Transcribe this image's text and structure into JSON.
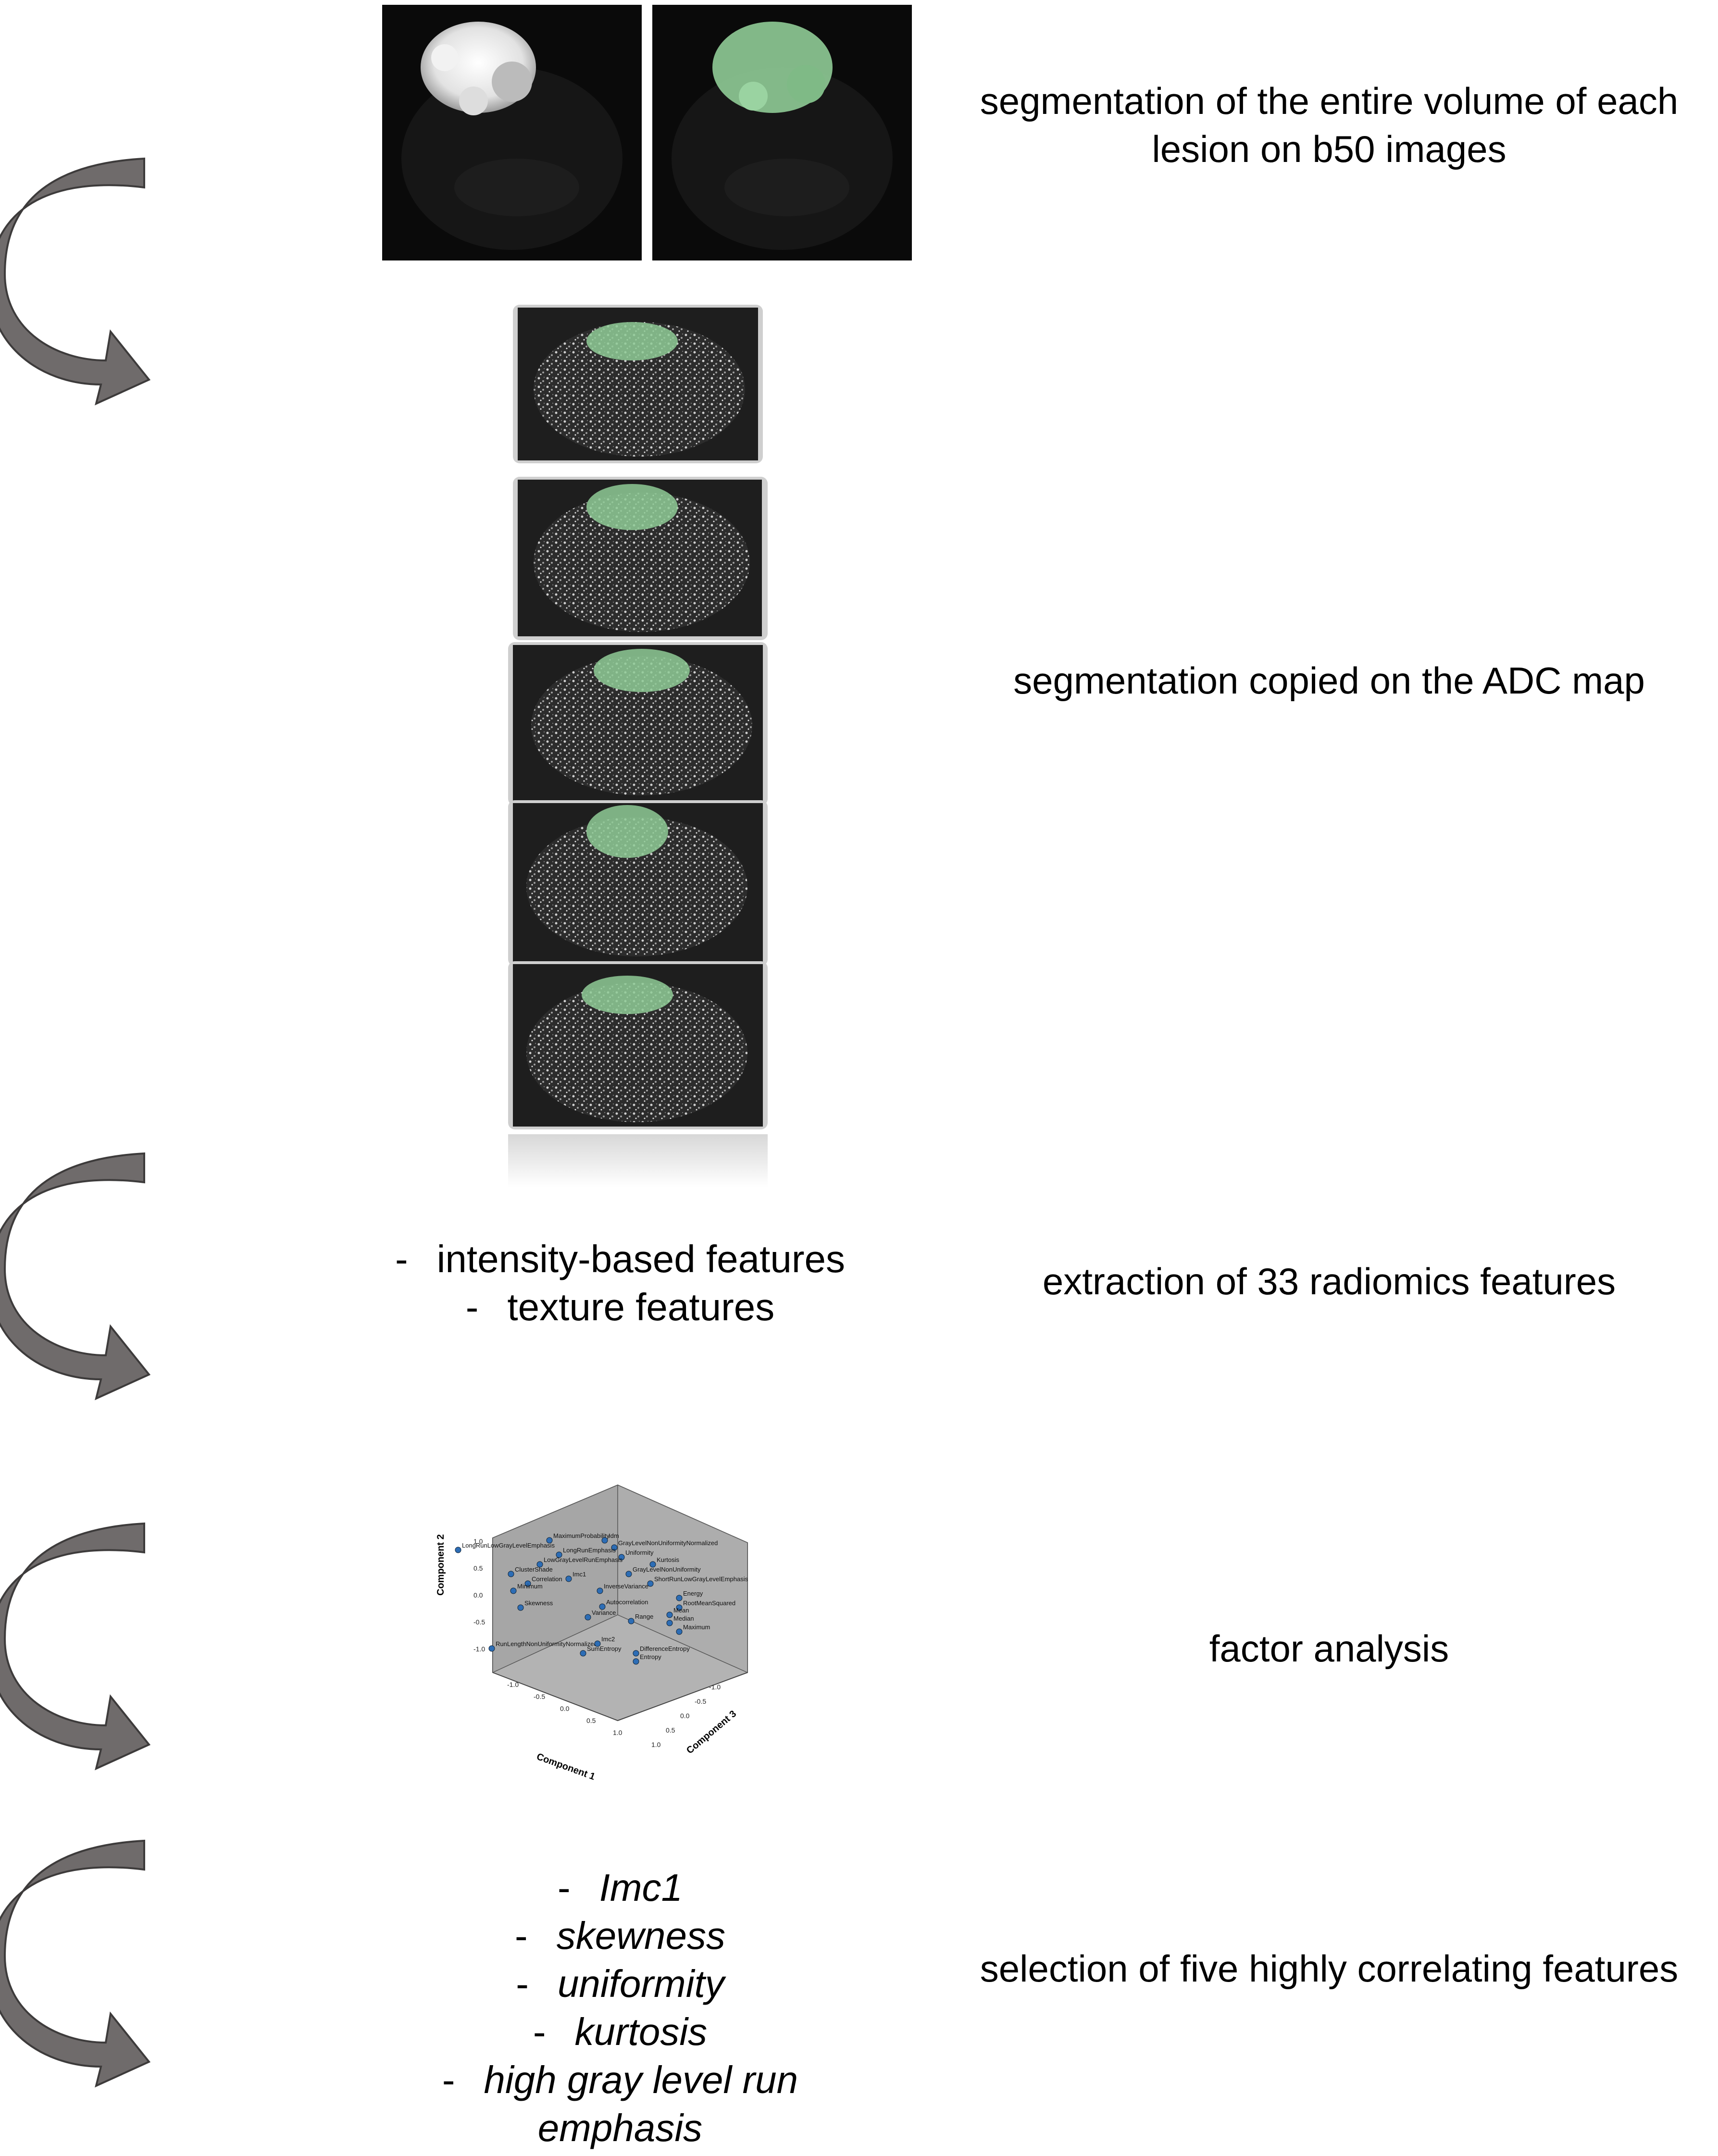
{
  "steps": [
    {
      "caption": "segmentation of the entire volume of each lesion on b50 images",
      "caption_lines": [
        "segmentation of the entire volume of each",
        "lesion on b50 images"
      ]
    },
    {
      "caption": "segmentation copied on the ADC map"
    },
    {
      "caption": "extraction of 33 radiomics features",
      "items": [
        "intensity-based features",
        "texture features"
      ]
    },
    {
      "caption": "factor analysis",
      "plot": {
        "axis_labels": [
          "Component 1",
          "Component 2",
          "Component 3"
        ],
        "ticks": [
          "-1.0",
          "-0.5",
          "0.0",
          "0.5",
          "1.0"
        ],
        "points": [
          "MaximumProbability",
          "Idm",
          "GrayLevelNonUniformityNormalized",
          "LongRunLowGrayLevelEmphasis",
          "LongRunEmphasis",
          "Uniformity",
          "LowGrayLevelRunEmphasis",
          "Kurtosis",
          "ClusterShade",
          "GrayLevelNonUniformity",
          "Imc1",
          "ShortRunLowGrayLevelEmphasis",
          "Correlation",
          "InverseVariance",
          "Minimum",
          "Energy",
          "Skewness",
          "Autocorrelation",
          "RootMeanSquared",
          "Mean",
          "Variance",
          "Range",
          "Median",
          "RunLengthNonUniformityNormalized",
          "Maximum",
          "Imc2",
          "SumEntropy",
          "DifferenceEntropy",
          "Entropy"
        ]
      }
    },
    {
      "caption": "selection of five highly correlating features",
      "items": [
        "Imc1",
        "skewness",
        "uniformity",
        "kurtosis",
        "high gray level run emphasis"
      ],
      "item_lines": [
        "high gray level run",
        "emphasis"
      ]
    }
  ],
  "colors": {
    "arrow": "#6f6b6b",
    "arrow_edge": "#3d3b3b",
    "lesion_overlay": "#8fcb96",
    "scan_background": "#111111",
    "plot_point": "#2d6db5"
  }
}
